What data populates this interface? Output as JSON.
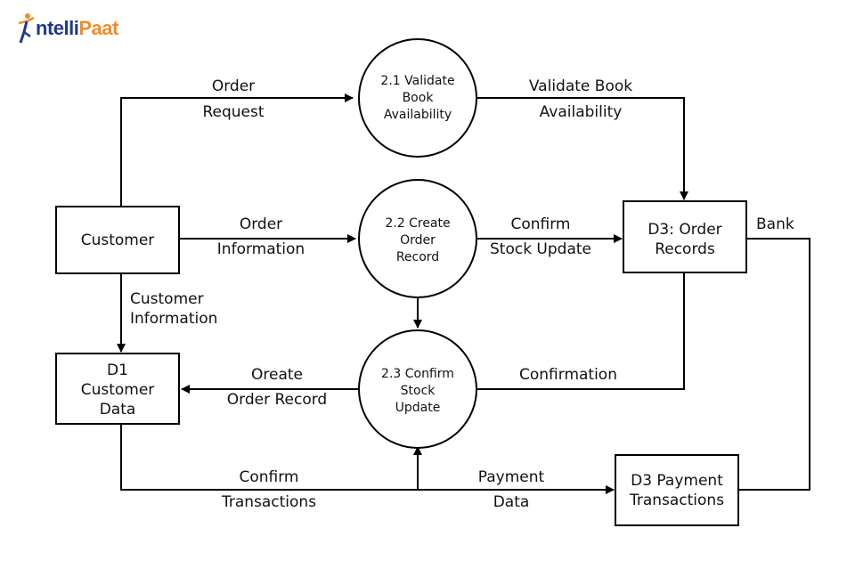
{
  "logo": {
    "text_main": "ntelli",
    "text_accent": "Paat"
  },
  "processes": {
    "p21": [
      "2.1 Validate",
      "Book",
      "Availability"
    ],
    "p22": [
      "2.2 Create",
      "Order",
      "Record"
    ],
    "p23": [
      "2.3 Confirm",
      "Stock",
      "Update"
    ]
  },
  "entities": {
    "customer": [
      "Customer"
    ],
    "d1": [
      "D1",
      "Customer",
      "Data"
    ],
    "d3_order": [
      "D3: Order",
      "Records"
    ],
    "d3_payment": [
      "D3 Payment",
      "Transactions"
    ]
  },
  "flows": {
    "order_request": [
      "Order",
      "Request"
    ],
    "validate_book": [
      "Validate Book",
      "Availability"
    ],
    "order_information": [
      "Order",
      "Information"
    ],
    "confirm_stock": [
      "Confirm",
      "Stock Update"
    ],
    "bank": [
      "Bank"
    ],
    "customer_information": [
      "Customer",
      "Information"
    ],
    "create_order_record": [
      "Oreate",
      "Order Record"
    ],
    "confirmation": [
      "Confirmation"
    ],
    "confirm_transactions": [
      "Confirm",
      "Transactions"
    ],
    "payment_data": [
      "Payment",
      "Data"
    ]
  },
  "colors": {
    "line": "#000000",
    "text": "#111111",
    "logo_blue": "#1f3a8a",
    "logo_orange": "#f28c28"
  }
}
